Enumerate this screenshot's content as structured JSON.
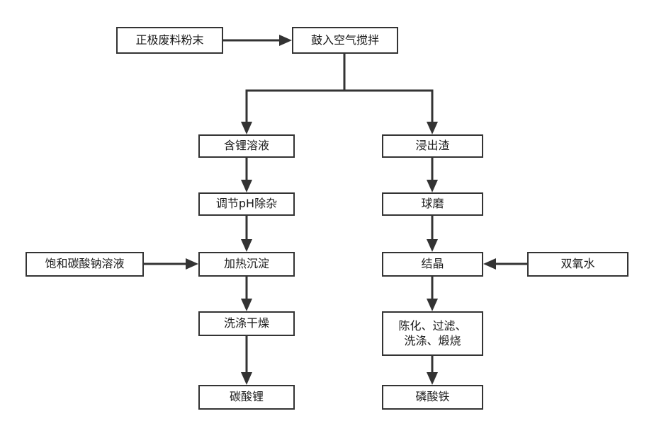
{
  "diagram": {
    "nodes": {
      "positive_powder": "正极废料粉末",
      "air_stirring": "鼓入空气搅拌",
      "lithium_solution": "含锂溶液",
      "leach_residue": "浸出渣",
      "adjust_ph": "调节pH除杂",
      "ball_milling": "球磨",
      "sodium_carbonate": "饱和碳酸钠溶液",
      "heat_precipitate": "加热沉淀",
      "crystallize": "结晶",
      "hydrogen_peroxide": "双氧水",
      "wash_dry": "洗涤干燥",
      "aging_filter_line1": "陈化、过滤、",
      "aging_filter_line2": "洗涤、煅烧",
      "lithium_carbonate": "碳酸锂",
      "iron_phosphate": "磷酸铁"
    }
  }
}
